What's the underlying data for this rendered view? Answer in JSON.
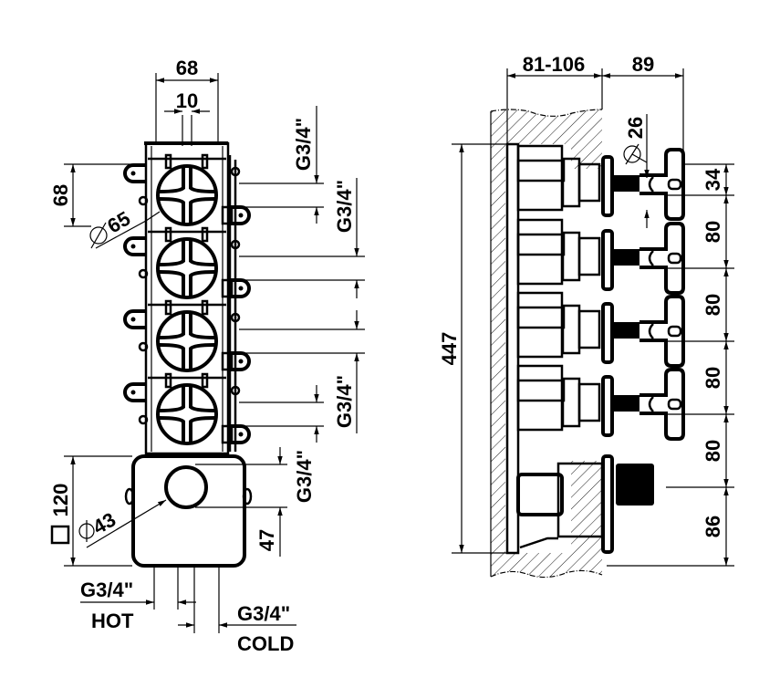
{
  "front_view": {
    "width_outer": "68",
    "width_inner": "10",
    "pitch_top": "68",
    "valve_diameter": "65",
    "box_size": "120",
    "knob_diameter": "43",
    "knob_offset": "47",
    "thread_labels": [
      "G3/4\"",
      "G3/4\"",
      "G3/4\"",
      "G3/4\""
    ],
    "hot_thread": "G3/4\"",
    "hot_label": "HOT",
    "cold_thread": "G3/4\"",
    "cold_label": "COLD"
  },
  "side_view": {
    "depth_range": "81-106",
    "projection": "89",
    "handle_diameter": "26",
    "total_height": "447",
    "spacings": [
      "34",
      "80",
      "80",
      "80",
      "80",
      "86"
    ]
  },
  "symbols": {
    "diameter": "⌀",
    "square": "□"
  },
  "colors": {
    "line": "#000000",
    "background": "#ffffff"
  }
}
